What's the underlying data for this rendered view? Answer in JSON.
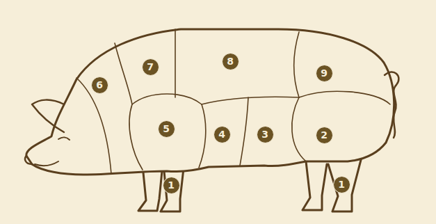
{
  "diagram": {
    "labels": [
      "6",
      "7",
      "8",
      "9",
      "5",
      "4",
      "3",
      "2",
      "1",
      "1"
    ]
  }
}
